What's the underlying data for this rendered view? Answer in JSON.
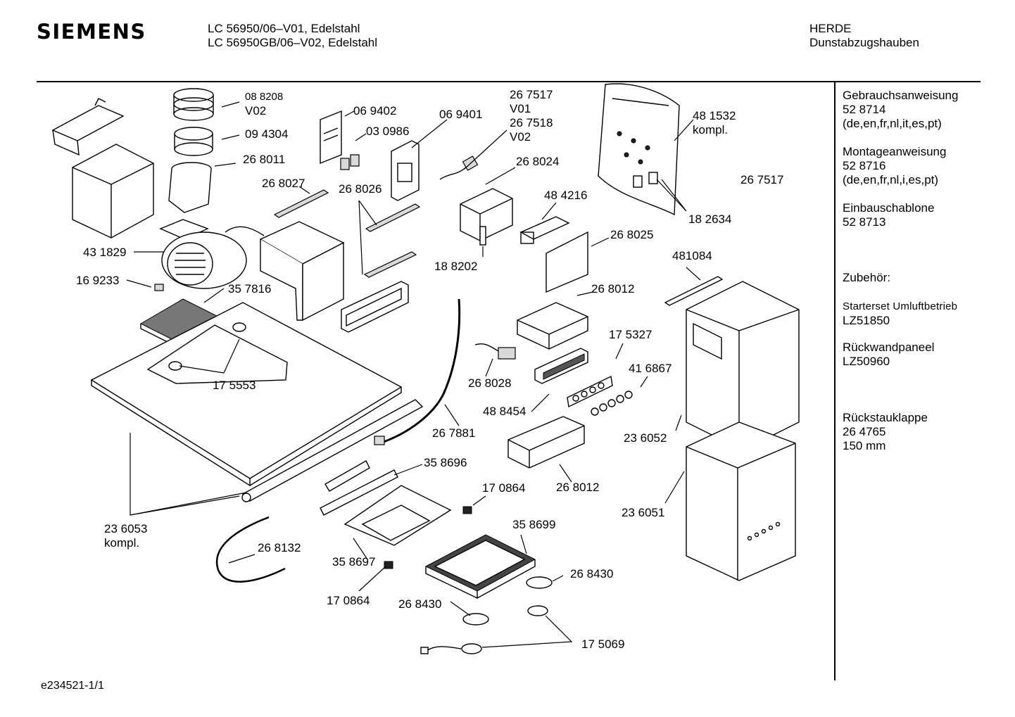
{
  "brand": "SIEMENS",
  "model_lines": [
    "LC 56950/06–V01, Edelstahl",
    "LC 56950GB/06–V02, Edelstahl"
  ],
  "category_lines": [
    "HERDE",
    "Dunstabzugshauben"
  ],
  "documents": {
    "gebrauch": [
      "Gebrauchsanweisung",
      "52 8714",
      "(de,en,fr,nl,it,es,pt)"
    ],
    "montage": [
      "Montageanweisung",
      "52 8716",
      "(de,en,fr,nl,i,es,pt)"
    ],
    "schablone": [
      "Einbauschablone",
      "52 8713"
    ]
  },
  "accessories": {
    "heading": "Zubehör:",
    "starterset": [
      "Starterset  Umluftbetrieb",
      "LZ51850"
    ],
    "rueckwand": [
      "Rückwandpaneel",
      "LZ50960"
    ],
    "rueckstau": [
      "Rückstauklappe",
      "26 4765",
      "150 mm"
    ]
  },
  "parts": {
    "p088208": [
      "08 8208",
      "V02"
    ],
    "p094304": [
      "09 4304"
    ],
    "p268011": [
      "26 8011"
    ],
    "p069402": [
      "06 9402"
    ],
    "p030986": [
      "03 0986"
    ],
    "p069401": [
      "06 9401"
    ],
    "p267517v": [
      "26 7517",
      "V01",
      "26 7518",
      "V02"
    ],
    "p481532": [
      "48 1532",
      "kompl."
    ],
    "p267517": [
      "26 7517"
    ],
    "p182634": [
      "18 2634"
    ],
    "p268027": [
      "26 8027"
    ],
    "p268026": [
      "26 8026"
    ],
    "p268024": [
      "26 8024"
    ],
    "p484216": [
      "48 4216"
    ],
    "p268025": [
      "26 8025"
    ],
    "p431829": [
      "43 1829"
    ],
    "p169233": [
      "16 9233"
    ],
    "p357816": [
      "35 7816"
    ],
    "p188202": [
      "18 8202"
    ],
    "p481084": [
      "481084"
    ],
    "p268012a": [
      "26 8012"
    ],
    "p175327": [
      "17 5327"
    ],
    "p175553": [
      "17 5553"
    ],
    "p268028": [
      "26 8028"
    ],
    "p416867": [
      "41 6867"
    ],
    "p488454": [
      "48 8454"
    ],
    "p267881": [
      "26 7881"
    ],
    "p236052": [
      "23 6052"
    ],
    "p358696": [
      "35 8696"
    ],
    "p268012b": [
      "26 8012"
    ],
    "p170864a": [
      "17 0864"
    ],
    "p236051": [
      "23 6051"
    ],
    "p236053": [
      "23 6053",
      "kompl."
    ],
    "p358699": [
      "35 8699"
    ],
    "p268132": [
      "26 8132"
    ],
    "p358697": [
      "35 8697"
    ],
    "p268430a": [
      "26 8430"
    ],
    "p170864b": [
      "17 0864"
    ],
    "p268430b": [
      "26 8430"
    ],
    "p175069": [
      "17 5069"
    ]
  },
  "footer": "e234521-1/1"
}
